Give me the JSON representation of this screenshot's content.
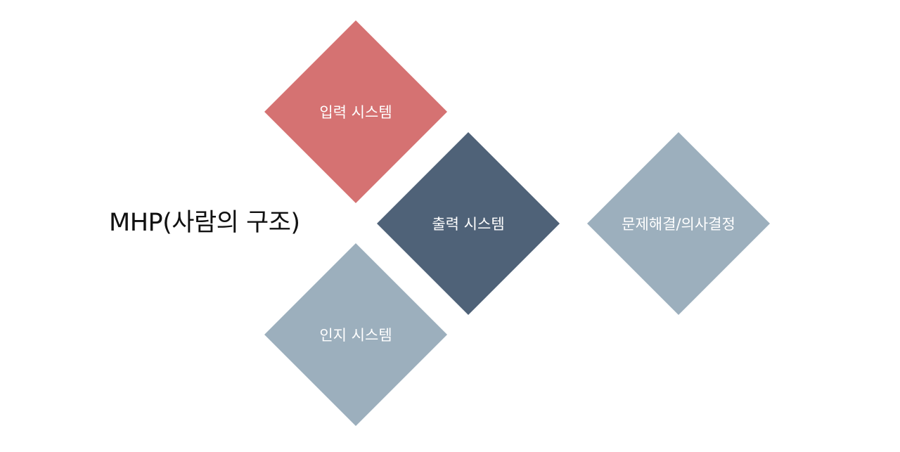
{
  "title": "MHP(사람의 구조)",
  "nodes": {
    "input": {
      "label": "입력 시스템",
      "color": "#d57272"
    },
    "output": {
      "label": "출력 시스템",
      "color": "#4f6278"
    },
    "cognitive": {
      "label": "인지 시스템",
      "color": "#9cafbd"
    },
    "problem": {
      "label": "문제해결/의사결정",
      "color": "#9cafbd"
    }
  }
}
